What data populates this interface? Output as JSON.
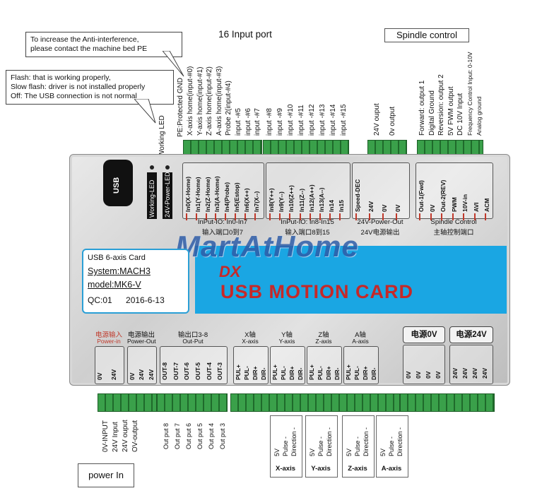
{
  "header": {
    "input_port_title": "16  Input port",
    "spindle_title": "Spindle control"
  },
  "callouts": {
    "interference": [
      "To increase the  Anti-interference,",
      "please contact the machine bed PE"
    ],
    "led_status": [
      "Flash: that is working properly,",
      "Slow flash: driver is not installed properly",
      "Off: The USB connection is not normal"
    ]
  },
  "top_labels": {
    "working_led": "Working LED",
    "pe_ground": "PE:Protected GND",
    "inputs_a": [
      "X-axis home(input-#0)",
      "Y-axis home(input-#1)",
      "Z-axis home(input-#2)",
      "A-axis home(input-#3)",
      "Probe 2(input-#4)",
      "input -#5",
      "input -#6",
      "input -#7"
    ],
    "inputs_b": [
      "input -#8",
      "input -#9",
      "input -#10",
      "input -#11",
      "input -#12",
      "input -#13",
      "input -#14",
      "input -#15"
    ],
    "power_out": [
      "24V ouput",
      "0v output"
    ],
    "spindle": [
      "Forward: output 1",
      "Digital Ground",
      "Reversion: output 2",
      "5V FWM output",
      "DC 10V Input",
      "Frequency Control Input: 0-10V",
      "Analog ground"
    ]
  },
  "board": {
    "usb": "USB",
    "led1": "Working-LED",
    "led2": "24V-Power-LED",
    "io1_pins": [
      "In0(X-Home)",
      "In1(Y-Home)",
      "In2(Z-Home)",
      "In3(A-Home)",
      "In4(Probe)",
      "In5(Estop)",
      "In6(X++)",
      "In7(X--)"
    ],
    "io1_caption": "InPut-IO: In0-In7",
    "io1_caption_cn": "输入端口0到7",
    "io2_pins": [
      "In8(Y++)",
      "In9(Y--)",
      "In10(Z++)",
      "In11(Z--)",
      "In12(A++)",
      "In13(A--)",
      "In14",
      "In15"
    ],
    "io2_caption": "InPut-IO: In8-In15",
    "io2_caption_cn": "输入端口8到15",
    "pwr_pins": [
      "Speed-DEC",
      "24V",
      "0V",
      "0V"
    ],
    "pwr_caption": "24V-Power-Out",
    "pwr_caption_cn": "24V电源输出",
    "spindle_pins": [
      "Out-1(Fwd)",
      "0V",
      "Out-2(REV)",
      "PWM",
      "10V-in",
      "AVI",
      "ACM"
    ],
    "spindle_caption": "Spindle Control",
    "spindle_caption_cn": "主轴控制端口",
    "info": {
      "line1": "USB 6-axis Card",
      "line2": "System:MACH3",
      "line3": "model:MK6-V",
      "qc": "QC:01",
      "date": "2016-6-13"
    },
    "watermark": "MartAtHome",
    "logo": "DX",
    "title": "USB MOTION CARD",
    "bottom_groups": [
      {
        "cn": "电源输入",
        "en": "Power-in",
        "pins": [
          "0V",
          "24V"
        ],
        "red": true
      },
      {
        "cn": "电源输出",
        "en": "Power-Out",
        "pins": [
          "0V",
          "24V",
          "24V"
        ],
        "red": false
      },
      {
        "cn": "输出口3-8",
        "en": "Out-Put",
        "pins": [
          "OUT-8",
          "OUT-7",
          "OUT-6",
          "OUT-5",
          "OUT-4",
          "OUT-3"
        ],
        "red": false
      },
      {
        "cn": "X轴",
        "en": "X-axis",
        "pins": [
          "PUL+",
          "PUL-",
          "DIR+",
          "DIR-"
        ],
        "red": false
      },
      {
        "cn": "Y轴",
        "en": "Y-axis",
        "pins": [
          "PUL+",
          "PUL-",
          "DIR+",
          "DIR-"
        ],
        "red": false
      },
      {
        "cn": "Z轴",
        "en": "Z-axis",
        "pins": [
          "PUL+",
          "PUL-",
          "DIR+",
          "DIR-"
        ],
        "red": false
      },
      {
        "cn": "A轴",
        "en": "A-axis",
        "pins": [
          "PUL+",
          "PUL-",
          "DIR+",
          "DIR-"
        ],
        "red": false
      }
    ],
    "gnd_title": "电源0V",
    "gnd_pins": [
      "0V",
      "0V",
      "0V",
      "0V"
    ],
    "v24_title": "电源24V",
    "v24_pins": [
      "24V",
      "24V",
      "24V",
      "24V"
    ]
  },
  "bottom_labels": {
    "power": [
      "0V-INPUT",
      "24V Input",
      "24V ouput",
      "OV-output"
    ],
    "outputs": [
      "Out put 8",
      "Out put 7",
      "Out put 6",
      "Out put 5",
      "Out put 4",
      "Out put 3"
    ],
    "axis_pins": [
      "5V",
      "Pulse -",
      "Direction -"
    ],
    "axis_names": [
      "X-axis",
      "Y-axis",
      "Z-axis",
      "A-axis"
    ],
    "power_in": "power In"
  }
}
